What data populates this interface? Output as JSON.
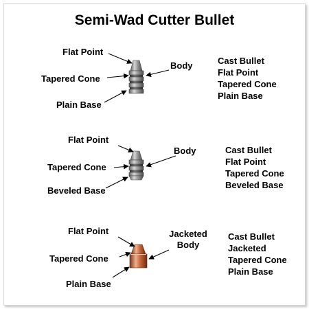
{
  "title": "Semi-Wad Cutter Bullet",
  "diagrams": [
    {
      "labels": {
        "flat_point": "Flat Point",
        "tapered_cone": "Tapered Cone",
        "base": "Plain Base",
        "body": "Body"
      },
      "description": [
        "Cast Bullet",
        "Flat Point",
        "Tapered Cone",
        "Plain Base"
      ]
    },
    {
      "labels": {
        "flat_point": "Flat Point",
        "tapered_cone": "Tapered Cone",
        "base": "Beveled Base",
        "body": "Body"
      },
      "description": [
        "Cast Bullet",
        "Flat Point",
        "Tapered Cone",
        "Beveled Base"
      ]
    },
    {
      "labels": {
        "flat_point": "Flat Point",
        "tapered_cone": "Tapered Cone",
        "base": "Plain Base",
        "body_line1": "Jacketed",
        "body_line2": "Body"
      },
      "description": [
        "Cast Bullet",
        "Jacketed",
        "Tapered Cone",
        "Plain Base"
      ]
    }
  ],
  "colors": {
    "lead": "#8a8a8a",
    "copper": "#c0673f"
  }
}
